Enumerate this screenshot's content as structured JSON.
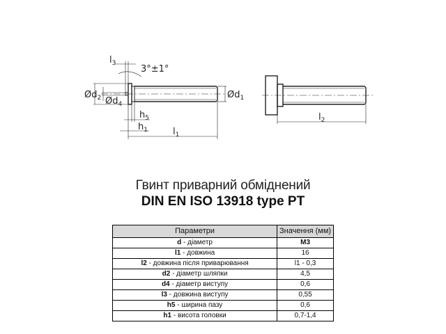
{
  "drawing": {
    "left_view_labels": {
      "l3": "l3",
      "angle": "3°±1°",
      "d2": "Ød2",
      "d4": "Ød4",
      "d1": "Ød1",
      "h5": "h5",
      "h1": "h1",
      "l1": "l1"
    },
    "right_view_labels": {
      "l2": "l2"
    }
  },
  "title": {
    "line1": "Гвинт приварний обміднений",
    "line2": "DIN EN ISO 13918 type PT"
  },
  "table": {
    "headers": [
      "Параметри",
      "Значення (мм)"
    ],
    "rows": [
      {
        "symbol": "d",
        "desc": " - діаметр",
        "value": "M3",
        "value_bold": true
      },
      {
        "symbol": "l1",
        "desc": " - довжина",
        "value": "16"
      },
      {
        "symbol": "l2",
        "desc": " - довжина після приварювання",
        "value": "l1 - 0,3"
      },
      {
        "symbol": "d2",
        "desc": " - діаметр шляпки",
        "value": "4,5"
      },
      {
        "symbol": "d4",
        "desc": " - діаметр виступу",
        "value": "0,6"
      },
      {
        "symbol": "l3",
        "desc": " - довжина виступу",
        "value": "0,55"
      },
      {
        "symbol": "h5",
        "desc": " - ширина пазу",
        "value": "0,6"
      },
      {
        "symbol": "h1",
        "desc": " - висота головки",
        "value": "0,7-1,4"
      }
    ]
  }
}
